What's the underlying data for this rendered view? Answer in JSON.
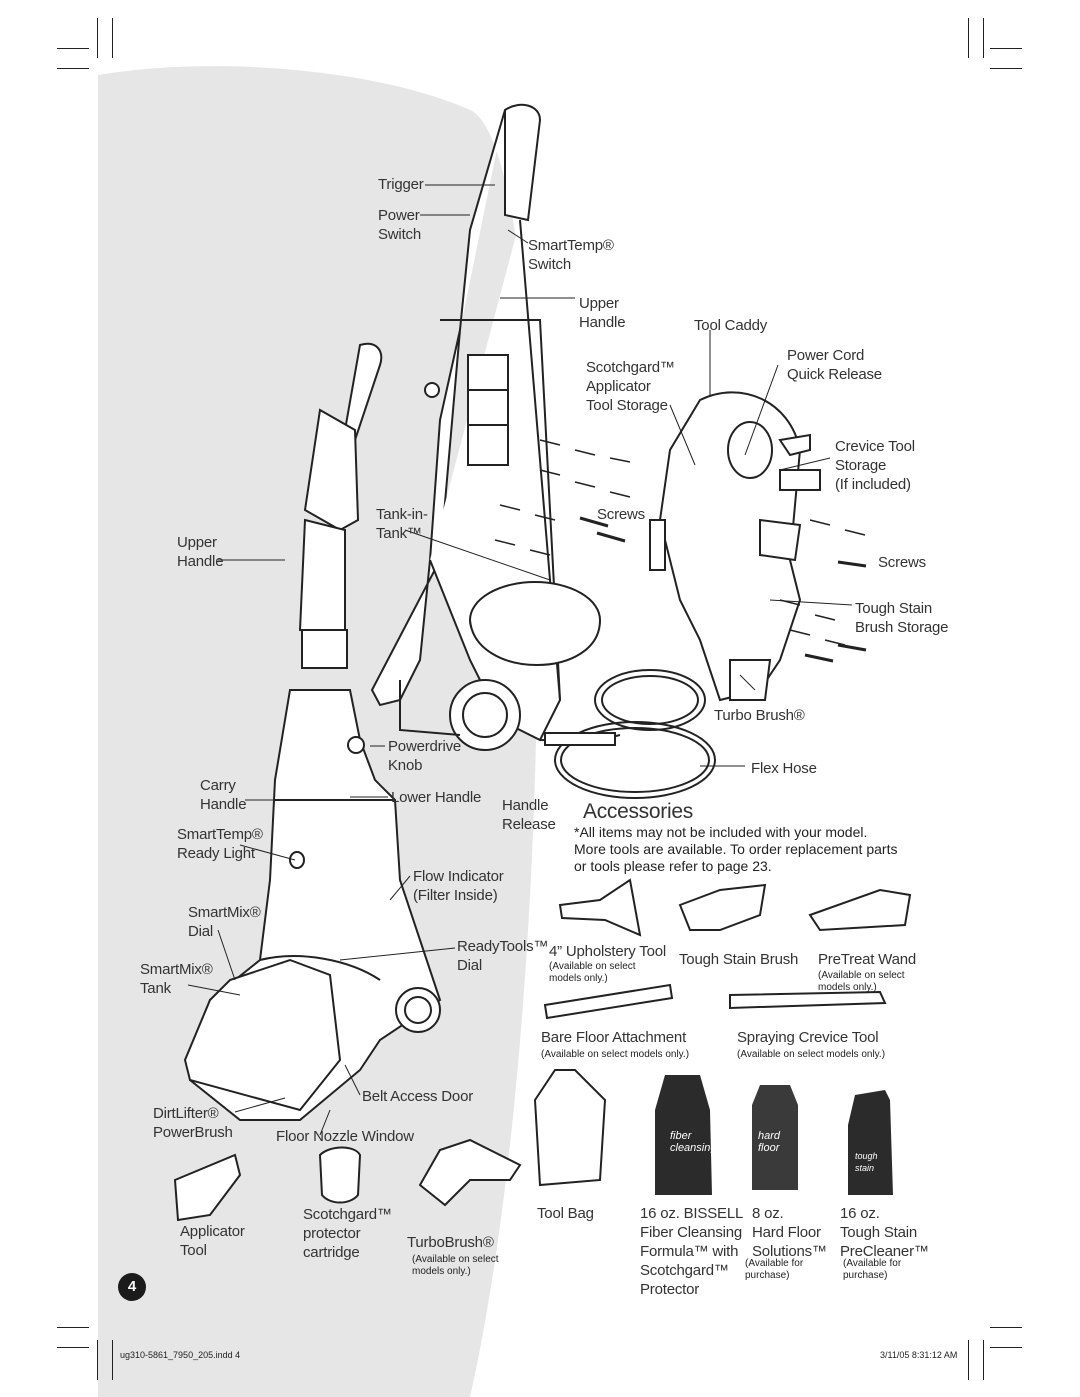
{
  "labels": {
    "trigger": "Trigger",
    "power_switch": "Power\nSwitch",
    "smarttemp_switch": "SmartTemp®\nSwitch",
    "upper_handle_top": "Upper\nHandle",
    "tool_caddy": "Tool Caddy",
    "scotchgard_storage": "Scotchgard™\nApplicator\nTool Storage",
    "power_cord_release": "Power Cord\nQuick Release",
    "crevice_storage": "Crevice Tool\nStorage\n(If included)",
    "tank_in_tank": "Tank-in-\nTank™",
    "screws_center": "Screws",
    "screws_right": "Screws",
    "upper_handle_left": "Upper\nHandle",
    "tough_stain_storage": "Tough Stain\nBrush Storage",
    "turbo_brush": "Turbo Brush®",
    "powerdrive_knob": "Powerdrive\nKnob",
    "flex_hose": "Flex Hose",
    "carry_handle": "Carry\nHandle",
    "lower_handle": "Lower Handle",
    "handle_release": "Handle\nRelease",
    "smarttemp_light": "SmartTemp®\nReady Light",
    "flow_indicator": "Flow Indicator\n(Filter Inside)",
    "smartmix_dial": "SmartMix®\nDial",
    "readytools_dial": "ReadyTools™\nDial",
    "smartmix_tank": "SmartMix®\nTank",
    "belt_access": "Belt Access Door",
    "dirtlifter": "DirtLifter®\nPowerBrush",
    "floor_nozzle": "Floor Nozzle Window"
  },
  "accessories": {
    "title": "Accessories",
    "note": "*All items may not be included with your model.\n  More tools are available. To order replacement parts\n  or tools please refer to page 23.",
    "upholstery_tool": "4” Upholstery Tool",
    "upholstery_avail": "(Available on select\nmodels only.)",
    "tough_stain_brush": "Tough Stain Brush",
    "pretreat_wand": "PreTreat Wand",
    "pretreat_avail": "(Available on select\nmodels only.)",
    "bare_floor": "Bare Floor Attachment",
    "bare_floor_avail": "(Available on select models only.)",
    "spraying_crevice": "Spraying Crevice Tool",
    "spraying_avail": "(Available on select models only.)",
    "applicator_tool": "Applicator\nTool",
    "scotchgard_cartridge": "Scotchgard™\nprotector\ncartridge",
    "turbobrush": "TurboBrush®",
    "turbobrush_avail": "(Available on select\nmodels only.)",
    "tool_bag": "Tool Bag",
    "bissell_product": "16 oz. BISSELL\nFiber Cleansing\nFormula™ with\nScotchgard™\nProtector",
    "hard_floor": "8 oz.\nHard Floor\nSolutions™",
    "hard_floor_avail": "(Available for\npurchase)",
    "tough_stain_precleaner": "16 oz.\nTough Stain\nPreCleaner™",
    "precleaner_avail": "(Available for\npurchase)",
    "bottle1_text": "fiber\ncleansing",
    "bottle2_text": "hard\nfloor",
    "bottle3_text": "tough\nstain"
  },
  "page_number": "4",
  "footer": {
    "file": "ug310-5861_7950_205.indd   4",
    "timestamp": "3/11/05   8:31:12 AM"
  }
}
